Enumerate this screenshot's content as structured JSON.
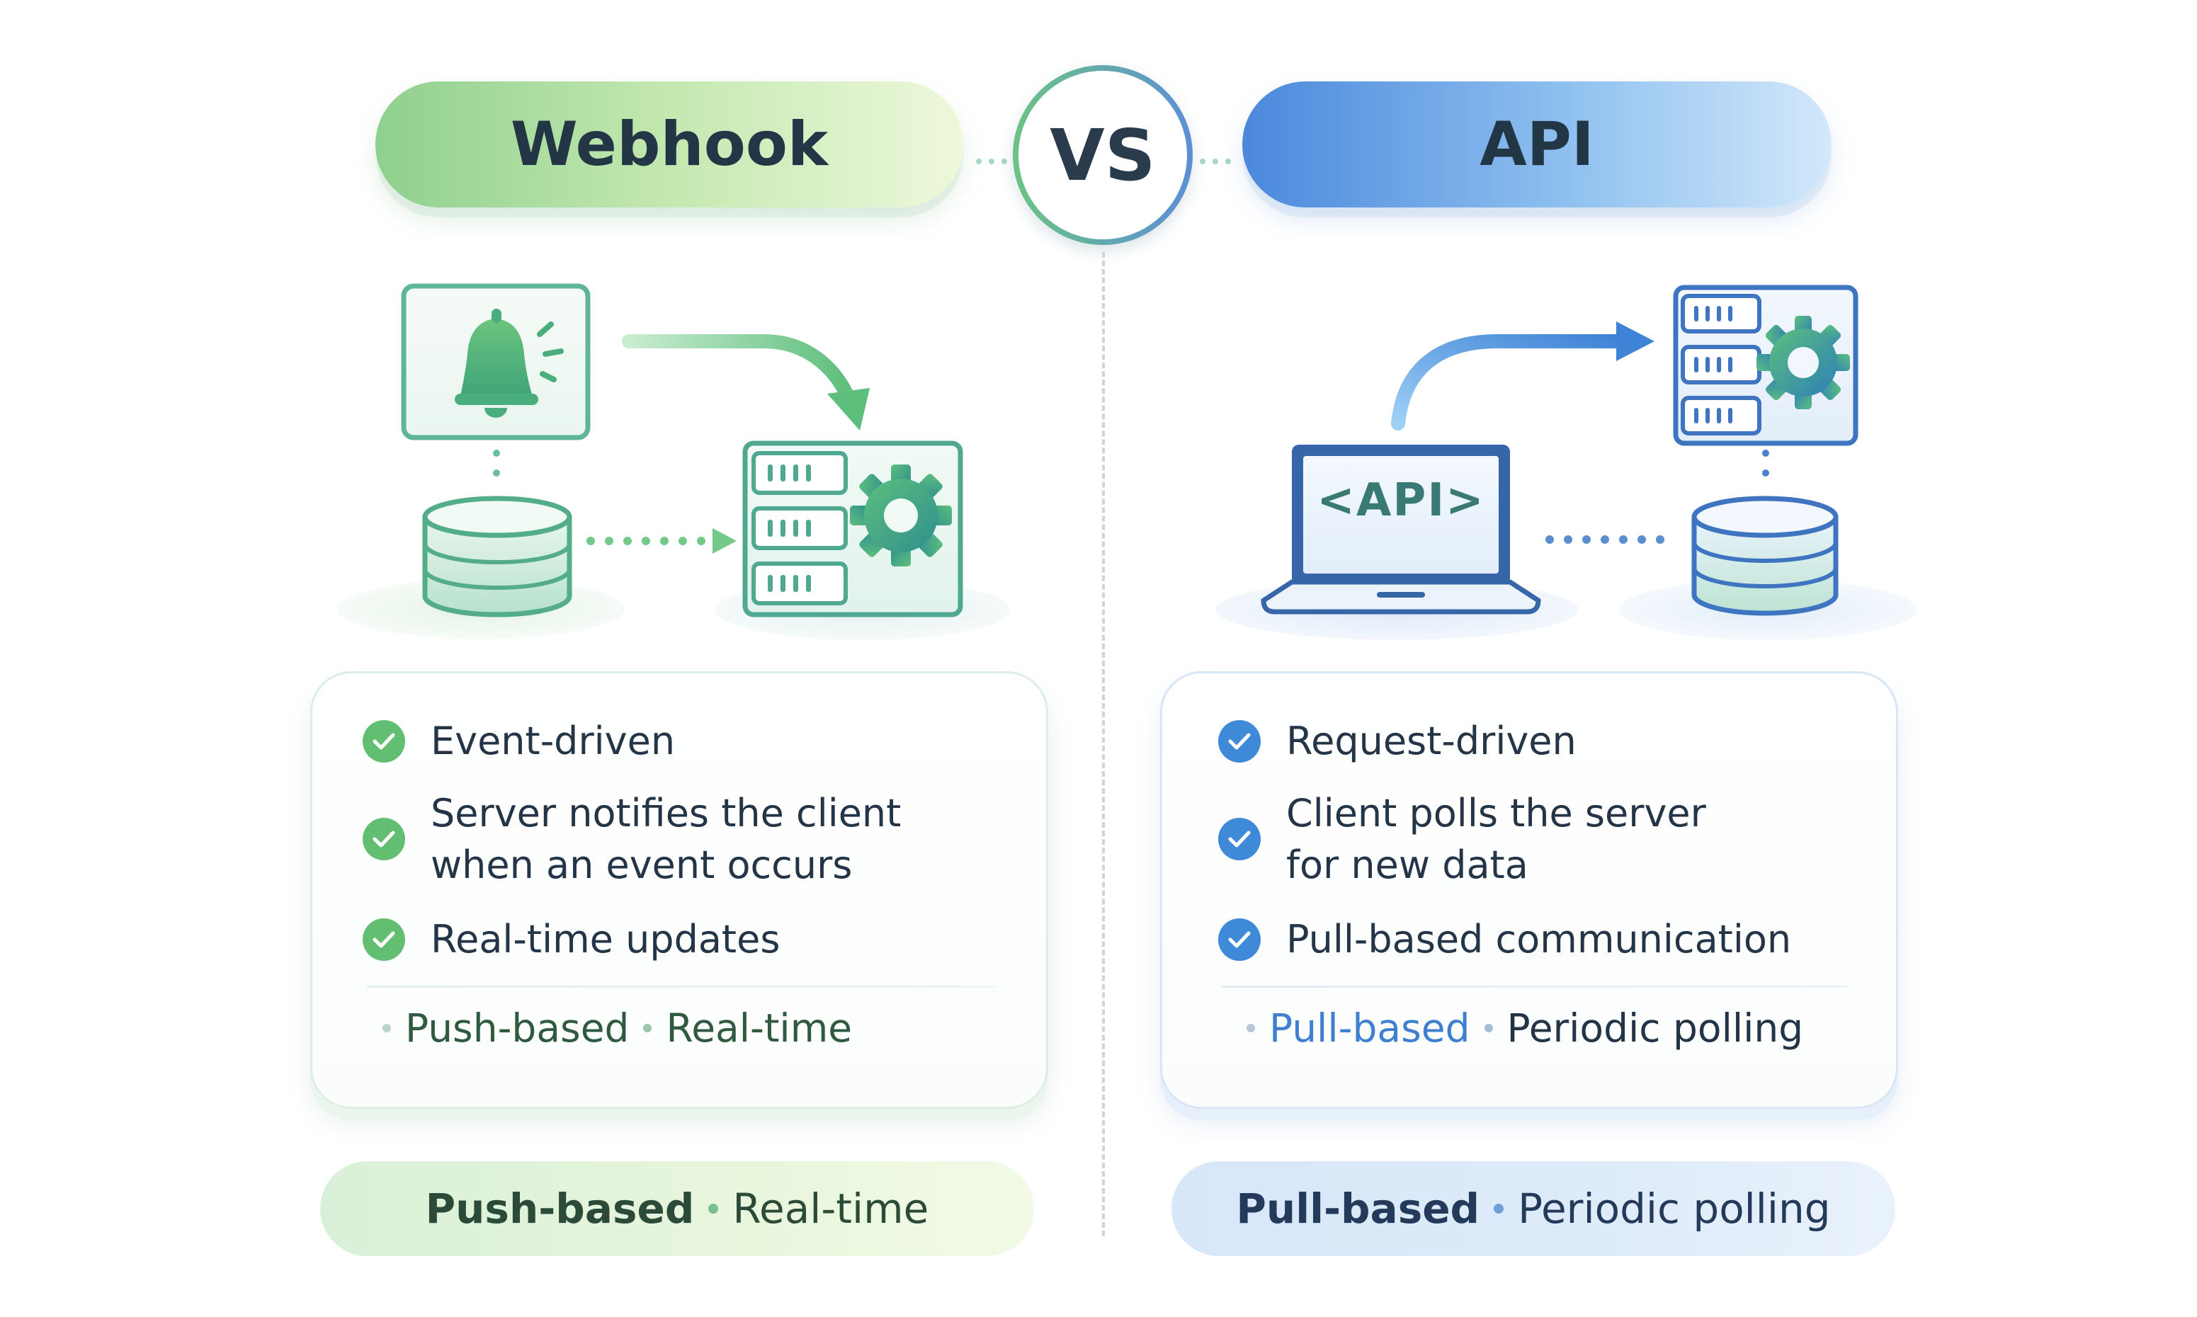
{
  "header": {
    "left_title": "Webhook",
    "vs_label": "VS",
    "right_title": "API"
  },
  "webhook": {
    "items": [
      {
        "text": "Event-driven"
      },
      {
        "text": "Server notifies the client",
        "text2": "when an event occurs"
      },
      {
        "text": "Real-time updates"
      }
    ],
    "tags": [
      "Push-based",
      "Real-time"
    ],
    "footer": {
      "left": "Push-based",
      "right": "Real-time"
    }
  },
  "api": {
    "screen_label": "<API>",
    "items": [
      {
        "text": "Request-driven"
      },
      {
        "text": "Client polls the server",
        "text2": "for new data"
      },
      {
        "text": "Pull-based communication"
      }
    ],
    "tags": [
      "Pull-based",
      "Periodic polling"
    ],
    "footer": {
      "left": "Pull-based",
      "right": "Periodic polling"
    }
  },
  "colors": {
    "green_accent": "#62bf72",
    "blue_accent": "#3f8ad8",
    "teal_icon": "#4aa98d"
  },
  "icons": [
    "bell-icon",
    "server-gear-icon",
    "database-icon",
    "laptop-icon",
    "check-icon",
    "arrow-icon"
  ]
}
